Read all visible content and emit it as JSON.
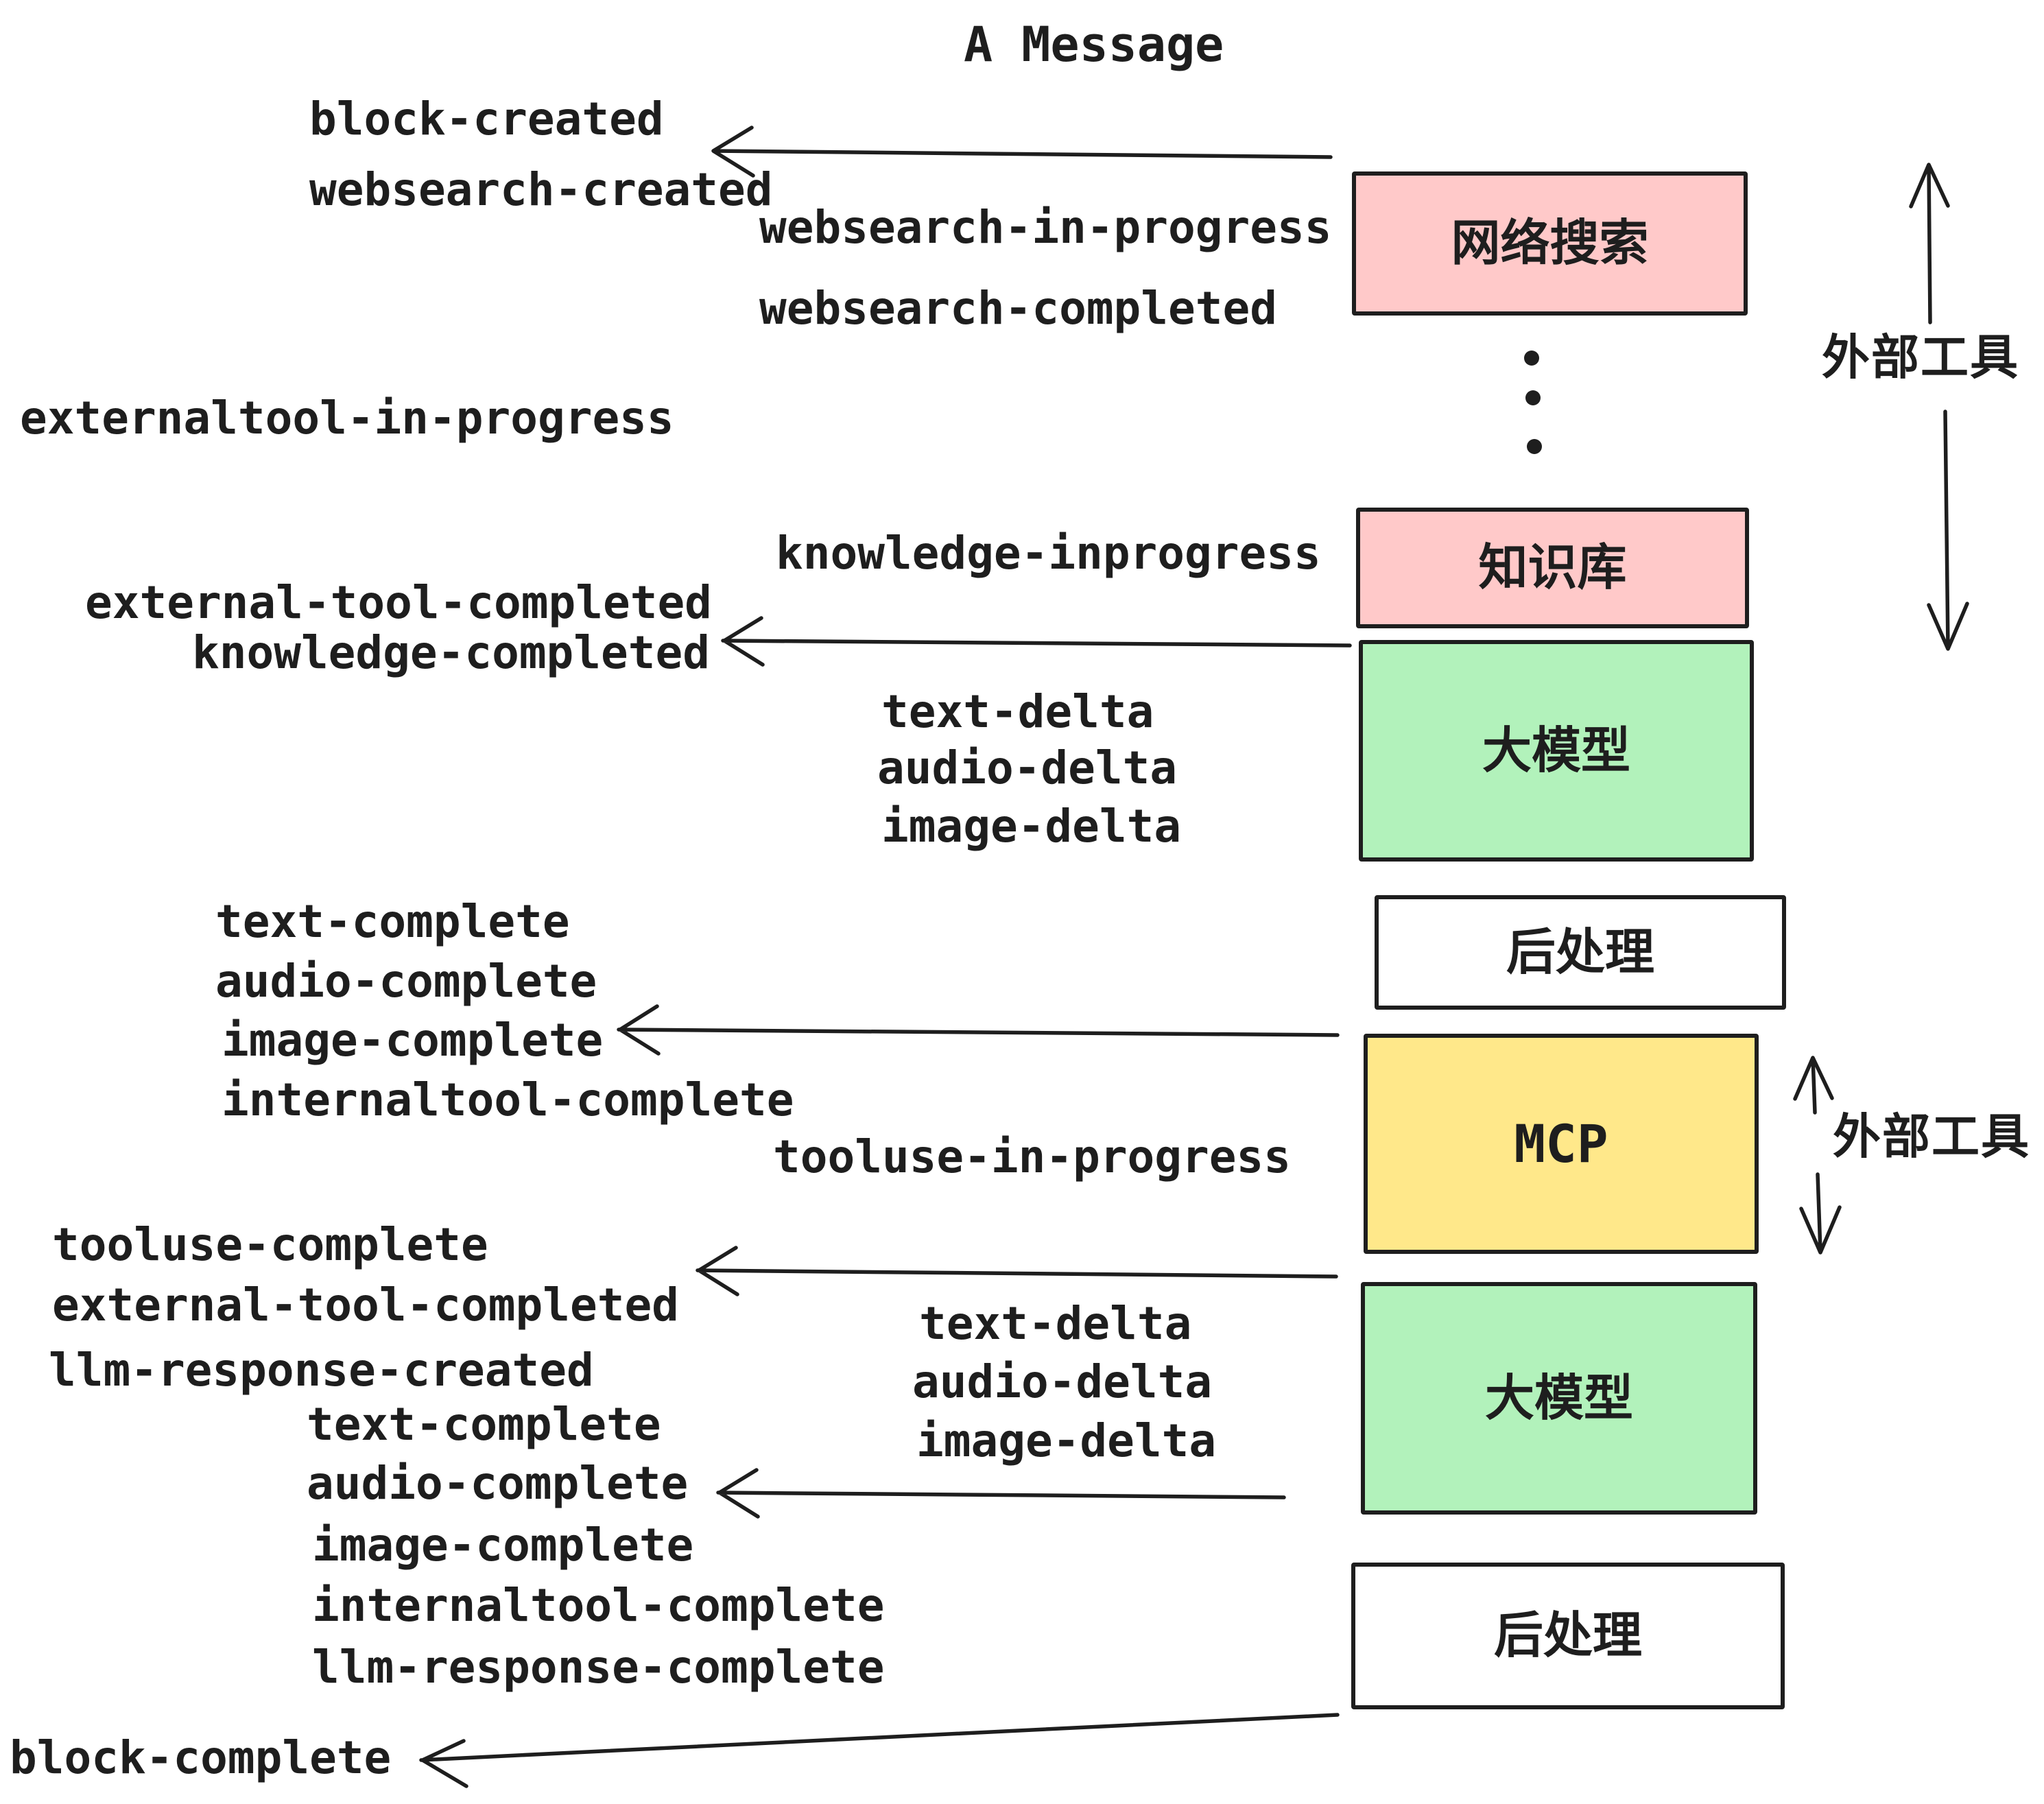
{
  "title": "A Message",
  "colors": {
    "ink": "#1e1e1e",
    "pink": "#ffc9c9",
    "green": "#b2f2bb",
    "yellow": "#ffe88a",
    "white": "#ffffff"
  },
  "boxes": [
    {
      "label": "网络搜索"
    },
    {
      "label": "知识库"
    },
    {
      "label": "大模型"
    },
    {
      "label": "后处理"
    },
    {
      "label": "MCP"
    },
    {
      "label": "大模型"
    },
    {
      "label": "后处理"
    }
  ],
  "side_labels": [
    {
      "text": "外部工具"
    },
    {
      "text": "外部工具"
    }
  ],
  "events": [
    {
      "text": "block-created"
    },
    {
      "text": "websearch-created"
    },
    {
      "text": "websearch-in-progress"
    },
    {
      "text": "websearch-completed"
    },
    {
      "text": "externaltool-in-progress"
    },
    {
      "text": "knowledge-inprogress"
    },
    {
      "text": "external-tool-completed"
    },
    {
      "text": "knowledge-completed"
    },
    {
      "text": "text-delta"
    },
    {
      "text": "audio-delta"
    },
    {
      "text": "image-delta"
    },
    {
      "text": "text-complete"
    },
    {
      "text": "audio-complete"
    },
    {
      "text": "image-complete"
    },
    {
      "text": "internaltool-complete"
    },
    {
      "text": "tooluse-in-progress"
    },
    {
      "text": "tooluse-complete"
    },
    {
      "text": "external-tool-completed"
    },
    {
      "text": "llm-response-created"
    },
    {
      "text": "text-complete"
    },
    {
      "text": "audio-complete"
    },
    {
      "text": "image-complete"
    },
    {
      "text": "internaltool-complete"
    },
    {
      "text": "llm-response-complete"
    },
    {
      "text": "block-complete"
    }
  ]
}
